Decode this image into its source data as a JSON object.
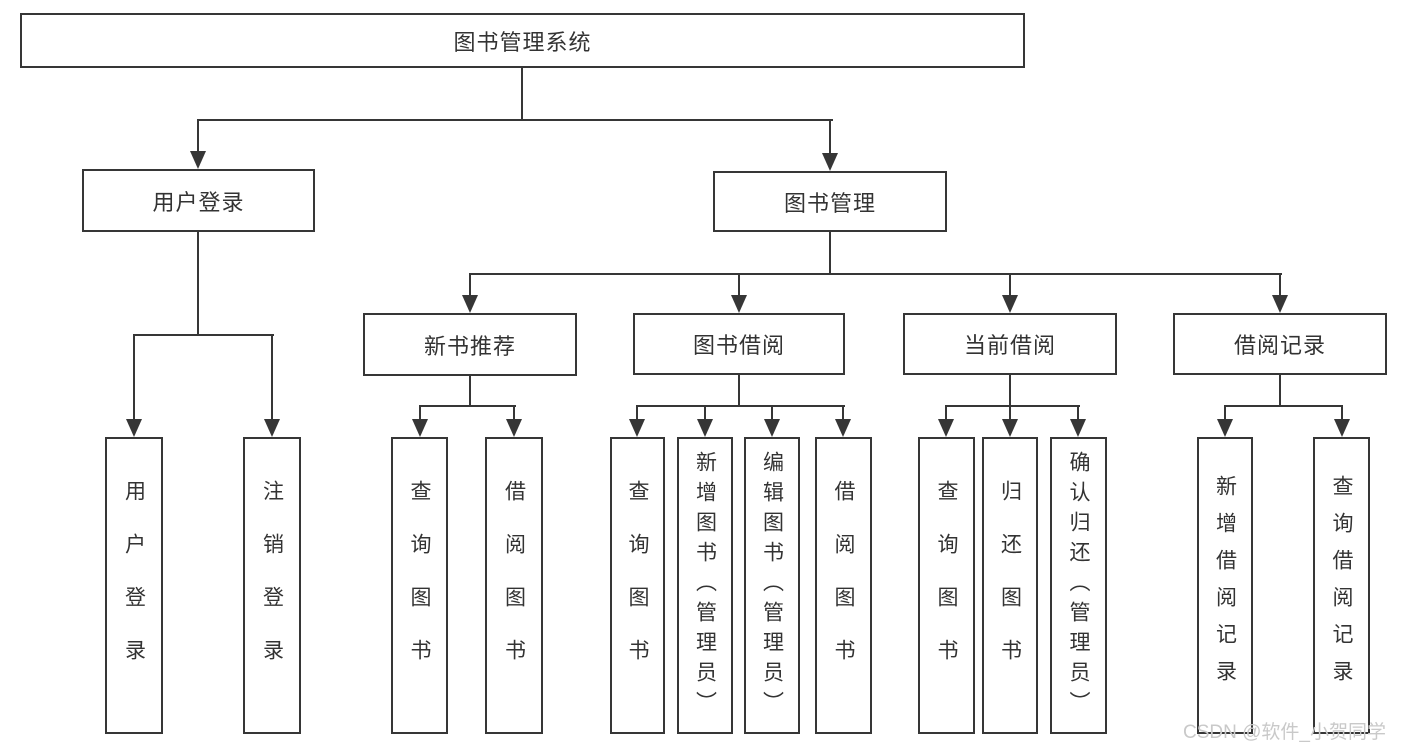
{
  "diagram": {
    "type": "tree",
    "direction": "top-down",
    "nodes": [
      {
        "id": "system-root",
        "level": 1,
        "label": "图书管理系统"
      },
      {
        "id": "user-login",
        "level": 2,
        "label": "用户登录"
      },
      {
        "id": "book-management",
        "level": 2,
        "label": "图书管理"
      },
      {
        "id": "new-book-recommend",
        "level": 3,
        "label": "新书推荐"
      },
      {
        "id": "book-borrowing",
        "level": 3,
        "label": "图书借阅"
      },
      {
        "id": "current-borrowing",
        "level": 3,
        "label": "当前借阅"
      },
      {
        "id": "borrowing-records",
        "level": 3,
        "label": "借阅记录"
      },
      {
        "id": "leaf-user-login",
        "level": 4,
        "label": "用户登录"
      },
      {
        "id": "leaf-logout",
        "level": 4,
        "label": "注销登录"
      },
      {
        "id": "leaf-query-books-1",
        "level": 4,
        "label": "查询图书"
      },
      {
        "id": "leaf-borrow-books-1",
        "level": 4,
        "label": "借阅图书"
      },
      {
        "id": "leaf-query-books-2",
        "level": 4,
        "label": "查询图书"
      },
      {
        "id": "leaf-add-books-admin",
        "level": 4,
        "label": "新增图书（管理员）"
      },
      {
        "id": "leaf-edit-books-admin",
        "level": 4,
        "label": "编辑图书（管理员）"
      },
      {
        "id": "leaf-borrow-books-2",
        "level": 4,
        "label": "借阅图书"
      },
      {
        "id": "leaf-query-books-3",
        "level": 4,
        "label": "查询图书"
      },
      {
        "id": "leaf-return-books",
        "level": 4,
        "label": "归还图书"
      },
      {
        "id": "leaf-confirm-return-admin",
        "level": 4,
        "label": "确认归还（管理员）"
      },
      {
        "id": "leaf-add-borrow-record",
        "level": 4,
        "label": "新增借阅记录"
      },
      {
        "id": "leaf-query-borrow-record",
        "level": 4,
        "label": "查询借阅记录"
      }
    ],
    "edges": [
      [
        "system-root",
        "user-login"
      ],
      [
        "system-root",
        "book-management"
      ],
      [
        "user-login",
        "leaf-user-login"
      ],
      [
        "user-login",
        "leaf-logout"
      ],
      [
        "book-management",
        "new-book-recommend"
      ],
      [
        "book-management",
        "book-borrowing"
      ],
      [
        "book-management",
        "current-borrowing"
      ],
      [
        "book-management",
        "borrowing-records"
      ],
      [
        "new-book-recommend",
        "leaf-query-books-1"
      ],
      [
        "new-book-recommend",
        "leaf-borrow-books-1"
      ],
      [
        "book-borrowing",
        "leaf-query-books-2"
      ],
      [
        "book-borrowing",
        "leaf-add-books-admin"
      ],
      [
        "book-borrowing",
        "leaf-edit-books-admin"
      ],
      [
        "book-borrowing",
        "leaf-borrow-books-2"
      ],
      [
        "current-borrowing",
        "leaf-query-books-3"
      ],
      [
        "current-borrowing",
        "leaf-return-books"
      ],
      [
        "current-borrowing",
        "leaf-confirm-return-admin"
      ],
      [
        "borrowing-records",
        "leaf-add-borrow-record"
      ],
      [
        "borrowing-records",
        "leaf-query-borrow-record"
      ]
    ]
  },
  "watermark": {
    "text": "CSDN @软件_小贺同学"
  },
  "colors": {
    "line": "#363636",
    "text": "#333333",
    "background": "#ffffff",
    "watermark": "#c9c9c9"
  }
}
